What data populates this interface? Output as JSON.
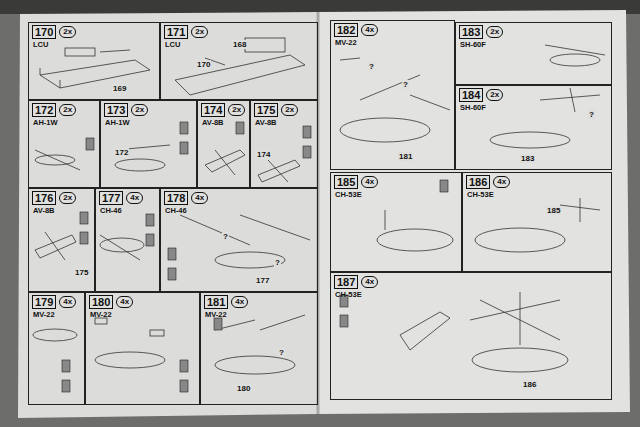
{
  "diagram": {
    "nodes": [
      {
        "text": [
          "170",
          "2x",
          "LCU"
        ]
      },
      {
        "text": [
          "171",
          "2x",
          "LCU"
        ]
      },
      {
        "text": [
          "172",
          "2x",
          "AH-1W"
        ]
      },
      {
        "text": [
          "173",
          "2x",
          "AH-1W"
        ]
      },
      {
        "text": [
          "174",
          "2x",
          "AV-8B"
        ]
      },
      {
        "text": [
          "175",
          "2x",
          "AV-8B"
        ]
      },
      {
        "text": [
          "176",
          "2x",
          "AV-8B"
        ]
      },
      {
        "text": [
          "177",
          "4x",
          "CH-46"
        ]
      },
      {
        "text": [
          "178",
          "4x",
          "CH-46"
        ]
      },
      {
        "text": [
          "179",
          "4x",
          "MV-22"
        ]
      },
      {
        "text": [
          "180",
          "4x",
          "MV-22"
        ]
      },
      {
        "text": [
          "181",
          "4x",
          "MV-22"
        ]
      },
      {
        "text": [
          "182",
          "4x",
          "MV-22"
        ]
      },
      {
        "text": [
          "183",
          "2x",
          "SH-60F"
        ]
      },
      {
        "text": [
          "184",
          "2x",
          "SH-60F"
        ]
      },
      {
        "text": [
          "185",
          "4x",
          "CH-53E"
        ]
      },
      {
        "text": [
          "186",
          "4x",
          "CH-53E"
        ]
      },
      {
        "text": [
          "187",
          "4x",
          "CH-53E"
        ]
      }
    ],
    "labels": [
      "169",
      "168",
      "170",
      "172",
      "174",
      "175",
      "177",
      "?",
      "?",
      "180",
      "?",
      "181",
      "?",
      "?",
      "183",
      "?",
      "185",
      "186"
    ]
  }
}
